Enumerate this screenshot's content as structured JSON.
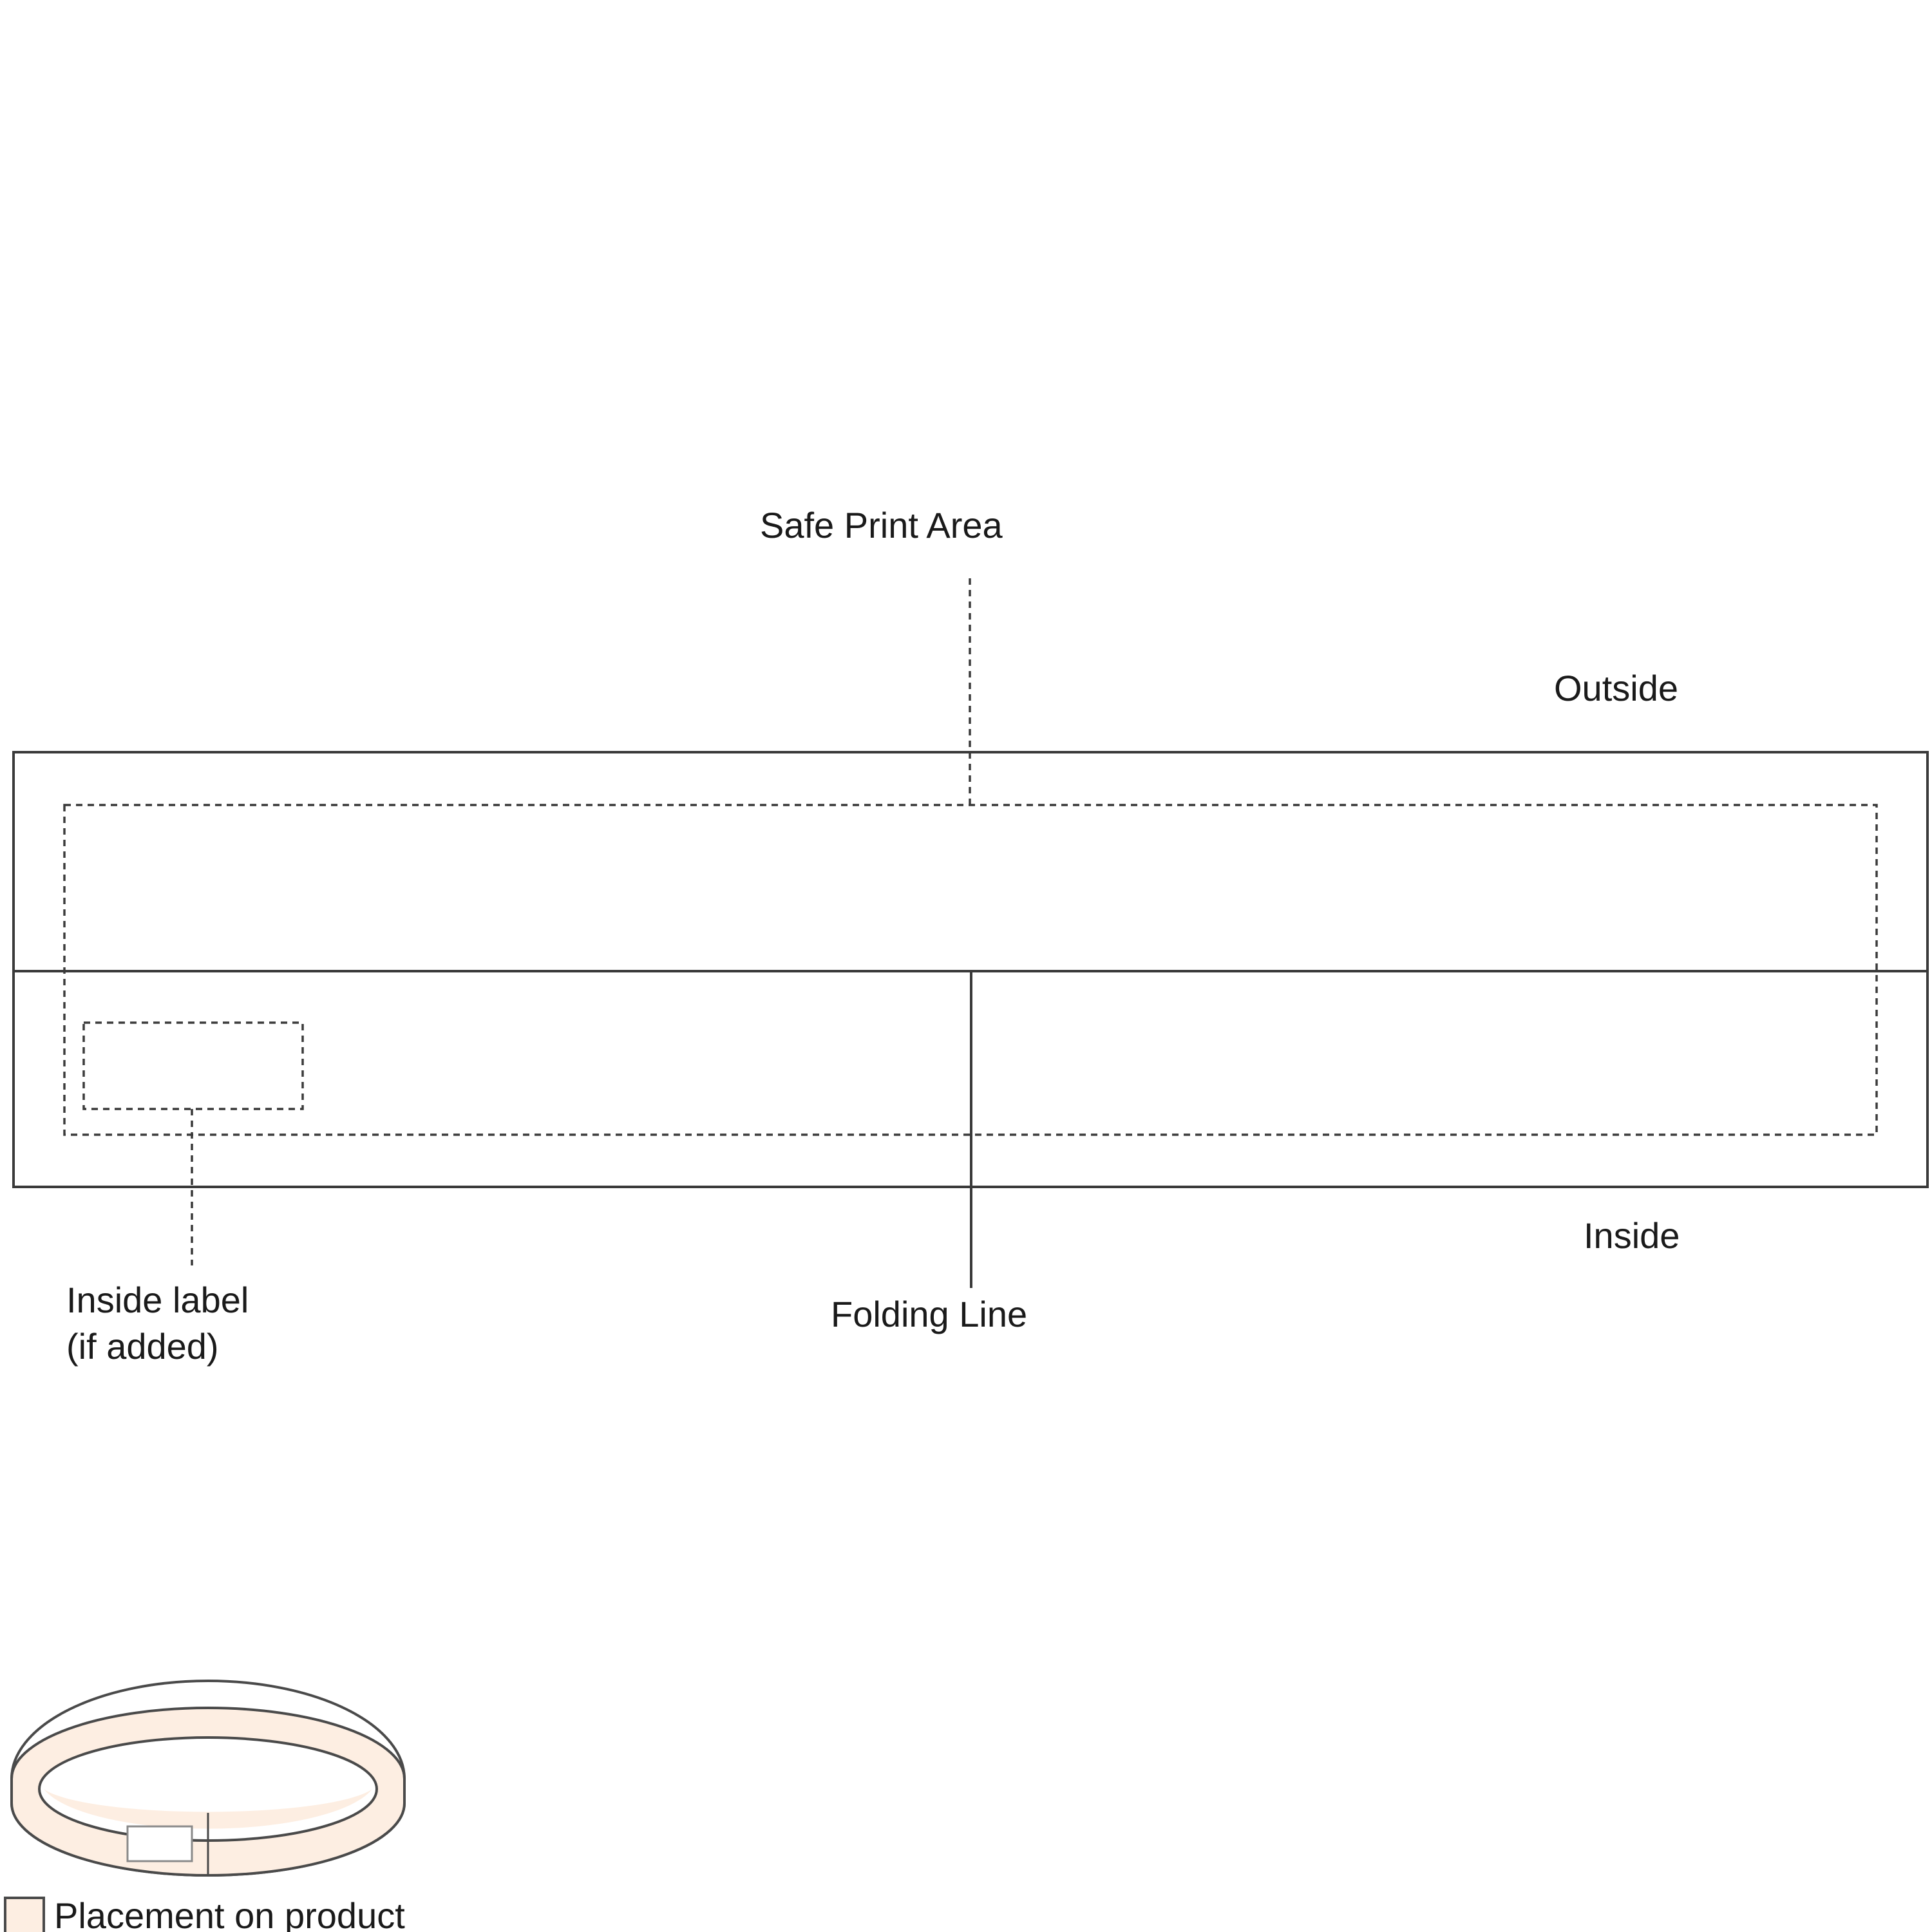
{
  "labels": {
    "safe_print_area": "Safe Print Area",
    "outside": "Outside",
    "inside": "Inside",
    "inside_label_line1": "Inside label",
    "inside_label_line2": "(if added)",
    "folding_line": "Folding Line"
  },
  "legend": {
    "text": "Placement on product",
    "swatch_color": "#fdeee2"
  },
  "colors": {
    "stroke": "#3a3a3a",
    "product_fill": "#fdeee2"
  }
}
